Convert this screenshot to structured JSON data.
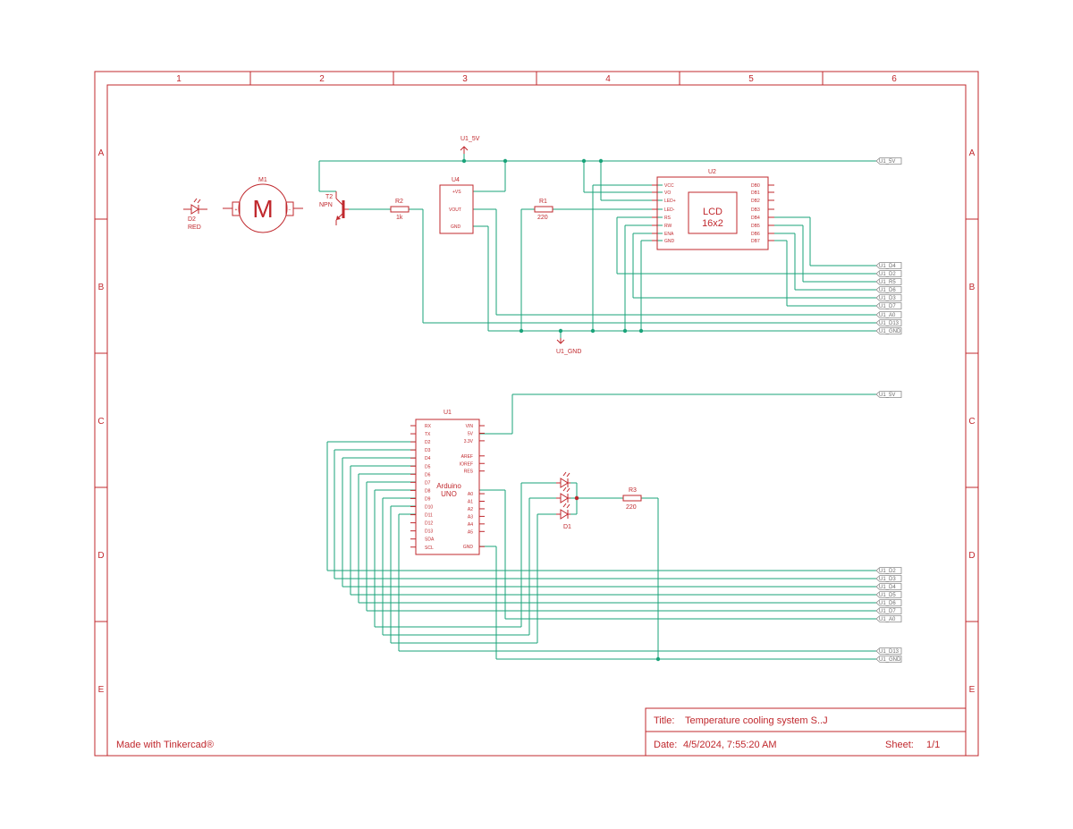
{
  "frame": {
    "columns": [
      "1",
      "2",
      "3",
      "4",
      "5",
      "6"
    ],
    "rows": [
      "A",
      "B",
      "C",
      "D",
      "E"
    ]
  },
  "title_block": {
    "made_with": "Made with Tinkercad®",
    "title_label": "Title:",
    "title_value": "Temperature cooling system S..J",
    "date_label": "Date:",
    "date_value": "4/5/2024, 7:55:20 AM",
    "sheet_label": "Sheet:",
    "sheet_value": "1/1"
  },
  "components": {
    "d2": {
      "ref": "D2",
      "value": "RED"
    },
    "m1": {
      "ref": "M1",
      "glyph": "M"
    },
    "t2": {
      "ref": "T2",
      "value": "NPN"
    },
    "r2": {
      "ref": "R2",
      "value": "1k"
    },
    "u4": {
      "ref": "U4",
      "pins": [
        "+VS",
        "VOUT",
        "GND"
      ]
    },
    "r1": {
      "ref": "R1",
      "value": "220"
    },
    "u2": {
      "ref": "U2",
      "body_line1": "LCD",
      "body_line2": "16x2",
      "left_pins": [
        "VCC",
        "VO",
        "LED+",
        "LED-",
        "RS",
        "RW",
        "ENA",
        "GND"
      ],
      "right_pins": [
        "DB0",
        "DB1",
        "DB2",
        "DB3",
        "DB4",
        "DB5",
        "DB6",
        "DB7"
      ]
    },
    "u1": {
      "ref": "U1",
      "body_line1": "Arduino",
      "body_line2": "UNO",
      "left_pins": [
        "RX",
        "TX",
        "D2",
        "D3",
        "D4",
        "D5",
        "D6",
        "D7",
        "D8",
        "D9",
        "D10",
        "D11",
        "D12",
        "D13",
        "SDA",
        "SCL"
      ],
      "right_pins": [
        "VIN",
        "5V",
        "3.3V",
        "",
        "AREF",
        "IOREF",
        "RES",
        "",
        "",
        "A0",
        "A1",
        "A2",
        "A3",
        "A4",
        "A5",
        "",
        "GND"
      ]
    },
    "r3": {
      "ref": "R3",
      "value": "220"
    },
    "d1": {
      "ref": "D1"
    }
  },
  "power": {
    "top": "U1_5V",
    "bottom": "U1_GND"
  },
  "net_labels_top": [
    "U1_5V",
    "U1_D4",
    "U1_D2",
    "U1_R5",
    "U1_D6",
    "U1_D3",
    "U1_D7",
    "U1_A0",
    "U1_D13",
    "U1_GND"
  ],
  "net_labels_bottom": [
    "U1_5V",
    "U1_D2",
    "U1_D3",
    "U1_D4",
    "U1_D5",
    "U1_D6",
    "U1_D7",
    "U1_A0",
    "U1_D13",
    "U1_GND"
  ]
}
